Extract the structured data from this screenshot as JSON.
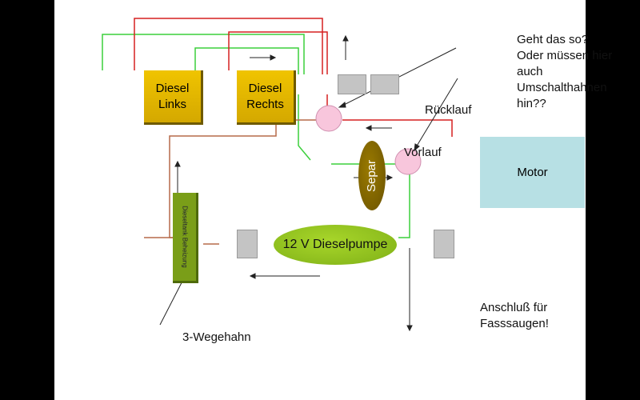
{
  "tanks": {
    "left": "Diesel\nLinks",
    "right": "Diesel\nRechts"
  },
  "motor": "Motor",
  "separator": "Separ",
  "pump": "12 V Dieselpumpe",
  "heater": "Dieseltank Beheizung",
  "labels": {
    "ruecklauf": "Rücklauf",
    "vorlauf": "Vorlauf",
    "question": [
      "Geht das so?",
      "Oder müssen hier",
      "auch",
      "Umschalthahnen",
      "hin??"
    ],
    "anschluss": [
      "Anschluß für",
      "Fasssaugen!"
    ],
    "wegehahn": "3-Wegehahn"
  },
  "colors": {
    "supply_line": "#3ccf3c",
    "return_line": "#d62020",
    "drain_line": "#b56a4a",
    "tank_fill": "#e2b700",
    "motor_fill": "#b7e0e4",
    "pump_fill": "#9acd32",
    "junction_fill": "#f8c6dc"
  }
}
